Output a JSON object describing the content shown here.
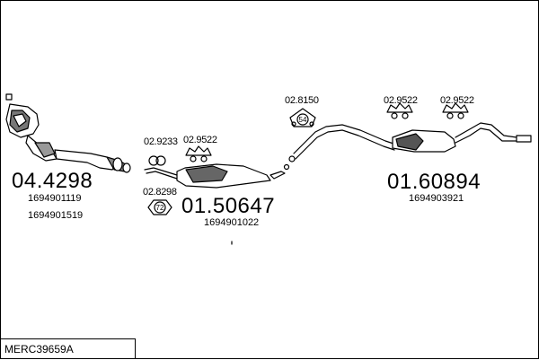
{
  "title": "MERC39659A",
  "groups": {
    "catalyst": {
      "part": "04.4298",
      "refs": [
        "1694901119",
        "1694901519"
      ]
    },
    "center": {
      "part": "01.50647",
      "refs": [
        "1694901022"
      ]
    },
    "rear": {
      "part": "01.60894",
      "refs": [
        "1694903921"
      ]
    }
  },
  "accessories": {
    "clamp_center": "02.9233",
    "hanger_center": "02.9522",
    "gasket_center": "02.8298",
    "gasket_badge": "72",
    "mount_rear_a": "02.8150",
    "mount_badge": "54",
    "hanger_rear_b": "02.9522",
    "hanger_rear_c": "02.9522"
  },
  "stroke_color": "#000000"
}
